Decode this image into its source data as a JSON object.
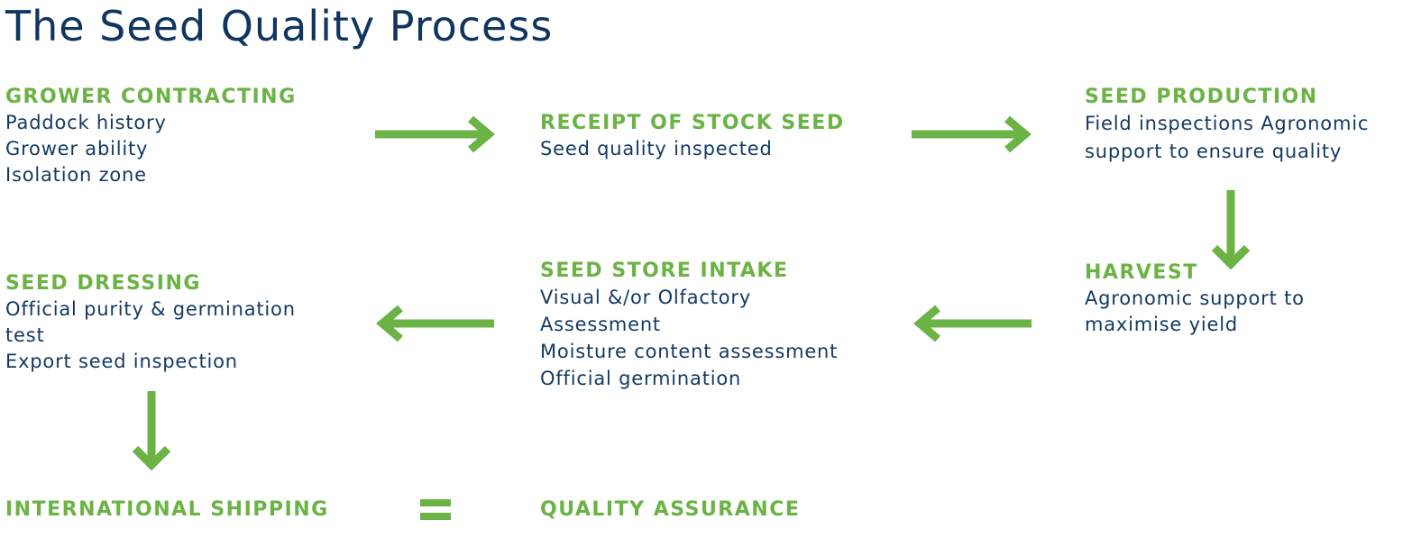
{
  "title": "The Seed Quality Process",
  "colors": {
    "green": "#6ab344",
    "navy": "#143a63"
  },
  "steps": {
    "grower_contracting": {
      "heading": "GROWER CONTRACTING",
      "lines": [
        "Paddock history",
        "Grower ability",
        "Isolation zone"
      ]
    },
    "receipt_of_stock_seed": {
      "heading": "RECEIPT OF STOCK SEED",
      "lines": [
        "Seed quality inspected"
      ]
    },
    "seed_production": {
      "heading": "SEED PRODUCTION",
      "lines": [
        "Field inspections Agronomic",
        "support to ensure quality"
      ]
    },
    "harvest": {
      "heading": "HARVEST",
      "lines": [
        "Agronomic support to",
        "maximise yield"
      ]
    },
    "seed_store_intake": {
      "heading": "SEED STORE INTAKE",
      "lines": [
        "Visual &/or Olfactory",
        "Assessment",
        "Moisture content assessment",
        "Official germination"
      ]
    },
    "seed_dressing": {
      "heading": "SEED DRESSING",
      "lines": [
        "Official purity & germination",
        "test",
        "Export seed inspection"
      ]
    },
    "international_shipping": {
      "heading": "INTERNATIONAL SHIPPING",
      "lines": []
    },
    "quality_assurance": {
      "heading": "QUALITY ASSURANCE",
      "lines": []
    }
  },
  "arrows": [
    {
      "name": "arrow-right-icon",
      "from": "grower_contracting",
      "to": "receipt_of_stock_seed"
    },
    {
      "name": "arrow-right-icon",
      "from": "receipt_of_stock_seed",
      "to": "seed_production"
    },
    {
      "name": "arrow-down-icon",
      "from": "seed_production",
      "to": "harvest"
    },
    {
      "name": "arrow-left-icon",
      "from": "harvest",
      "to": "seed_store_intake"
    },
    {
      "name": "arrow-left-icon",
      "from": "seed_store_intake",
      "to": "seed_dressing"
    },
    {
      "name": "arrow-down-icon",
      "from": "seed_dressing",
      "to": "international_shipping"
    },
    {
      "name": "equals-icon",
      "from": "international_shipping",
      "to": "quality_assurance"
    }
  ]
}
